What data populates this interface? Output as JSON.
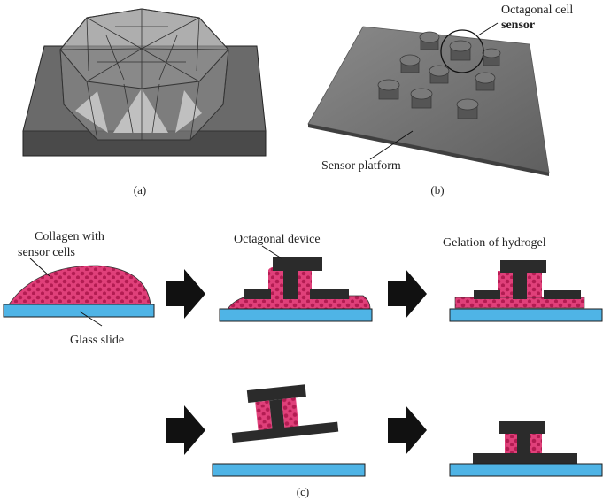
{
  "panels": {
    "a": {
      "caption": "(a)"
    },
    "b": {
      "caption": "(b)",
      "callout_sensor_line1": "Octagonal cell",
      "callout_sensor_line2": "sensor",
      "callout_platform": "Sensor platform"
    },
    "c": {
      "caption": "(c)",
      "collagen_line1": "Collagen with",
      "collagen_line2": "sensor cells",
      "glass_slide": "Glass slide",
      "octagonal_device": "Octagonal device",
      "gelation": "Gelation of hydrogel"
    }
  },
  "colors": {
    "glass": "#4fb4e6",
    "device": "#2b2b2b",
    "hydrogel": "#e0407a",
    "cells": "#a81848",
    "platform": "#6e6e6e"
  }
}
